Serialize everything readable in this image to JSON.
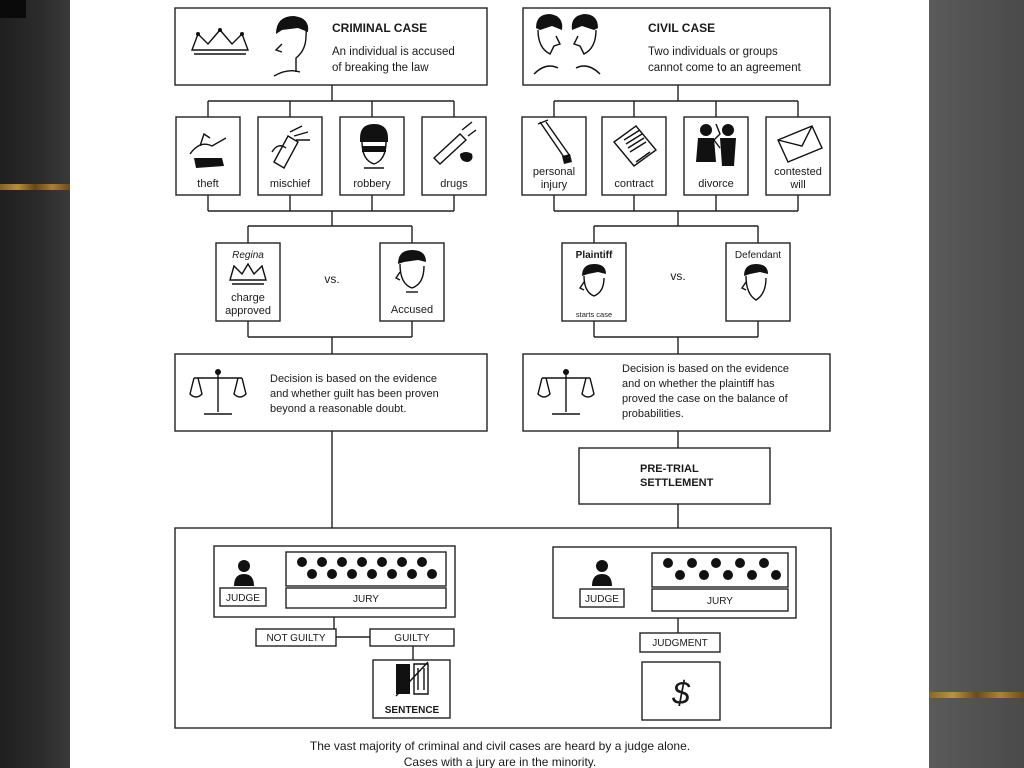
{
  "criminal": {
    "title": "CRIMINAL CASE",
    "desc_line1": "An individual is accused",
    "desc_line2": "of breaking the law",
    "types": [
      "theft",
      "mischief",
      "robbery",
      "drugs"
    ],
    "regina": "Regina",
    "charge_line1": "charge",
    "charge_line2": "approved",
    "vs": "vs.",
    "accused": "Accused",
    "decision_line1": "Decision is based on the evidence",
    "decision_line2": "and whether guilt has been proven",
    "decision_line3": "beyond a reasonable doubt.",
    "judge": "JUDGE",
    "jury": "JURY",
    "not_guilty": "NOT GUILTY",
    "guilty": "GUILTY",
    "sentence": "SENTENCE"
  },
  "civil": {
    "title": "CIVIL CASE",
    "desc_line1": "Two individuals or groups",
    "desc_line2": "cannot come to an agreement",
    "types": [
      {
        "line1": "personal",
        "line2": "injury"
      },
      {
        "line1": "contract",
        "line2": ""
      },
      {
        "line1": "divorce",
        "line2": ""
      },
      {
        "line1": "contested",
        "line2": "will"
      }
    ],
    "plaintiff": "Plaintiff",
    "starts_case": "starts case",
    "vs": "vs.",
    "defendant": "Defendant",
    "decision_line1": "Decision is based on the evidence",
    "decision_line2": "and on whether the plaintiff has",
    "decision_line3": "proved the case on the balance of",
    "decision_line4": "probabilities.",
    "pretrial_line1": "PRE-TRIAL",
    "pretrial_line2": "SETTLEMENT",
    "judge": "JUDGE",
    "jury": "JURY",
    "judgment": "JUDGMENT",
    "dollar": "$"
  },
  "footer": {
    "line1": "The vast majority of criminal and civil cases are heard by a judge alone.",
    "line2": "Cases with a jury are in the minority."
  }
}
